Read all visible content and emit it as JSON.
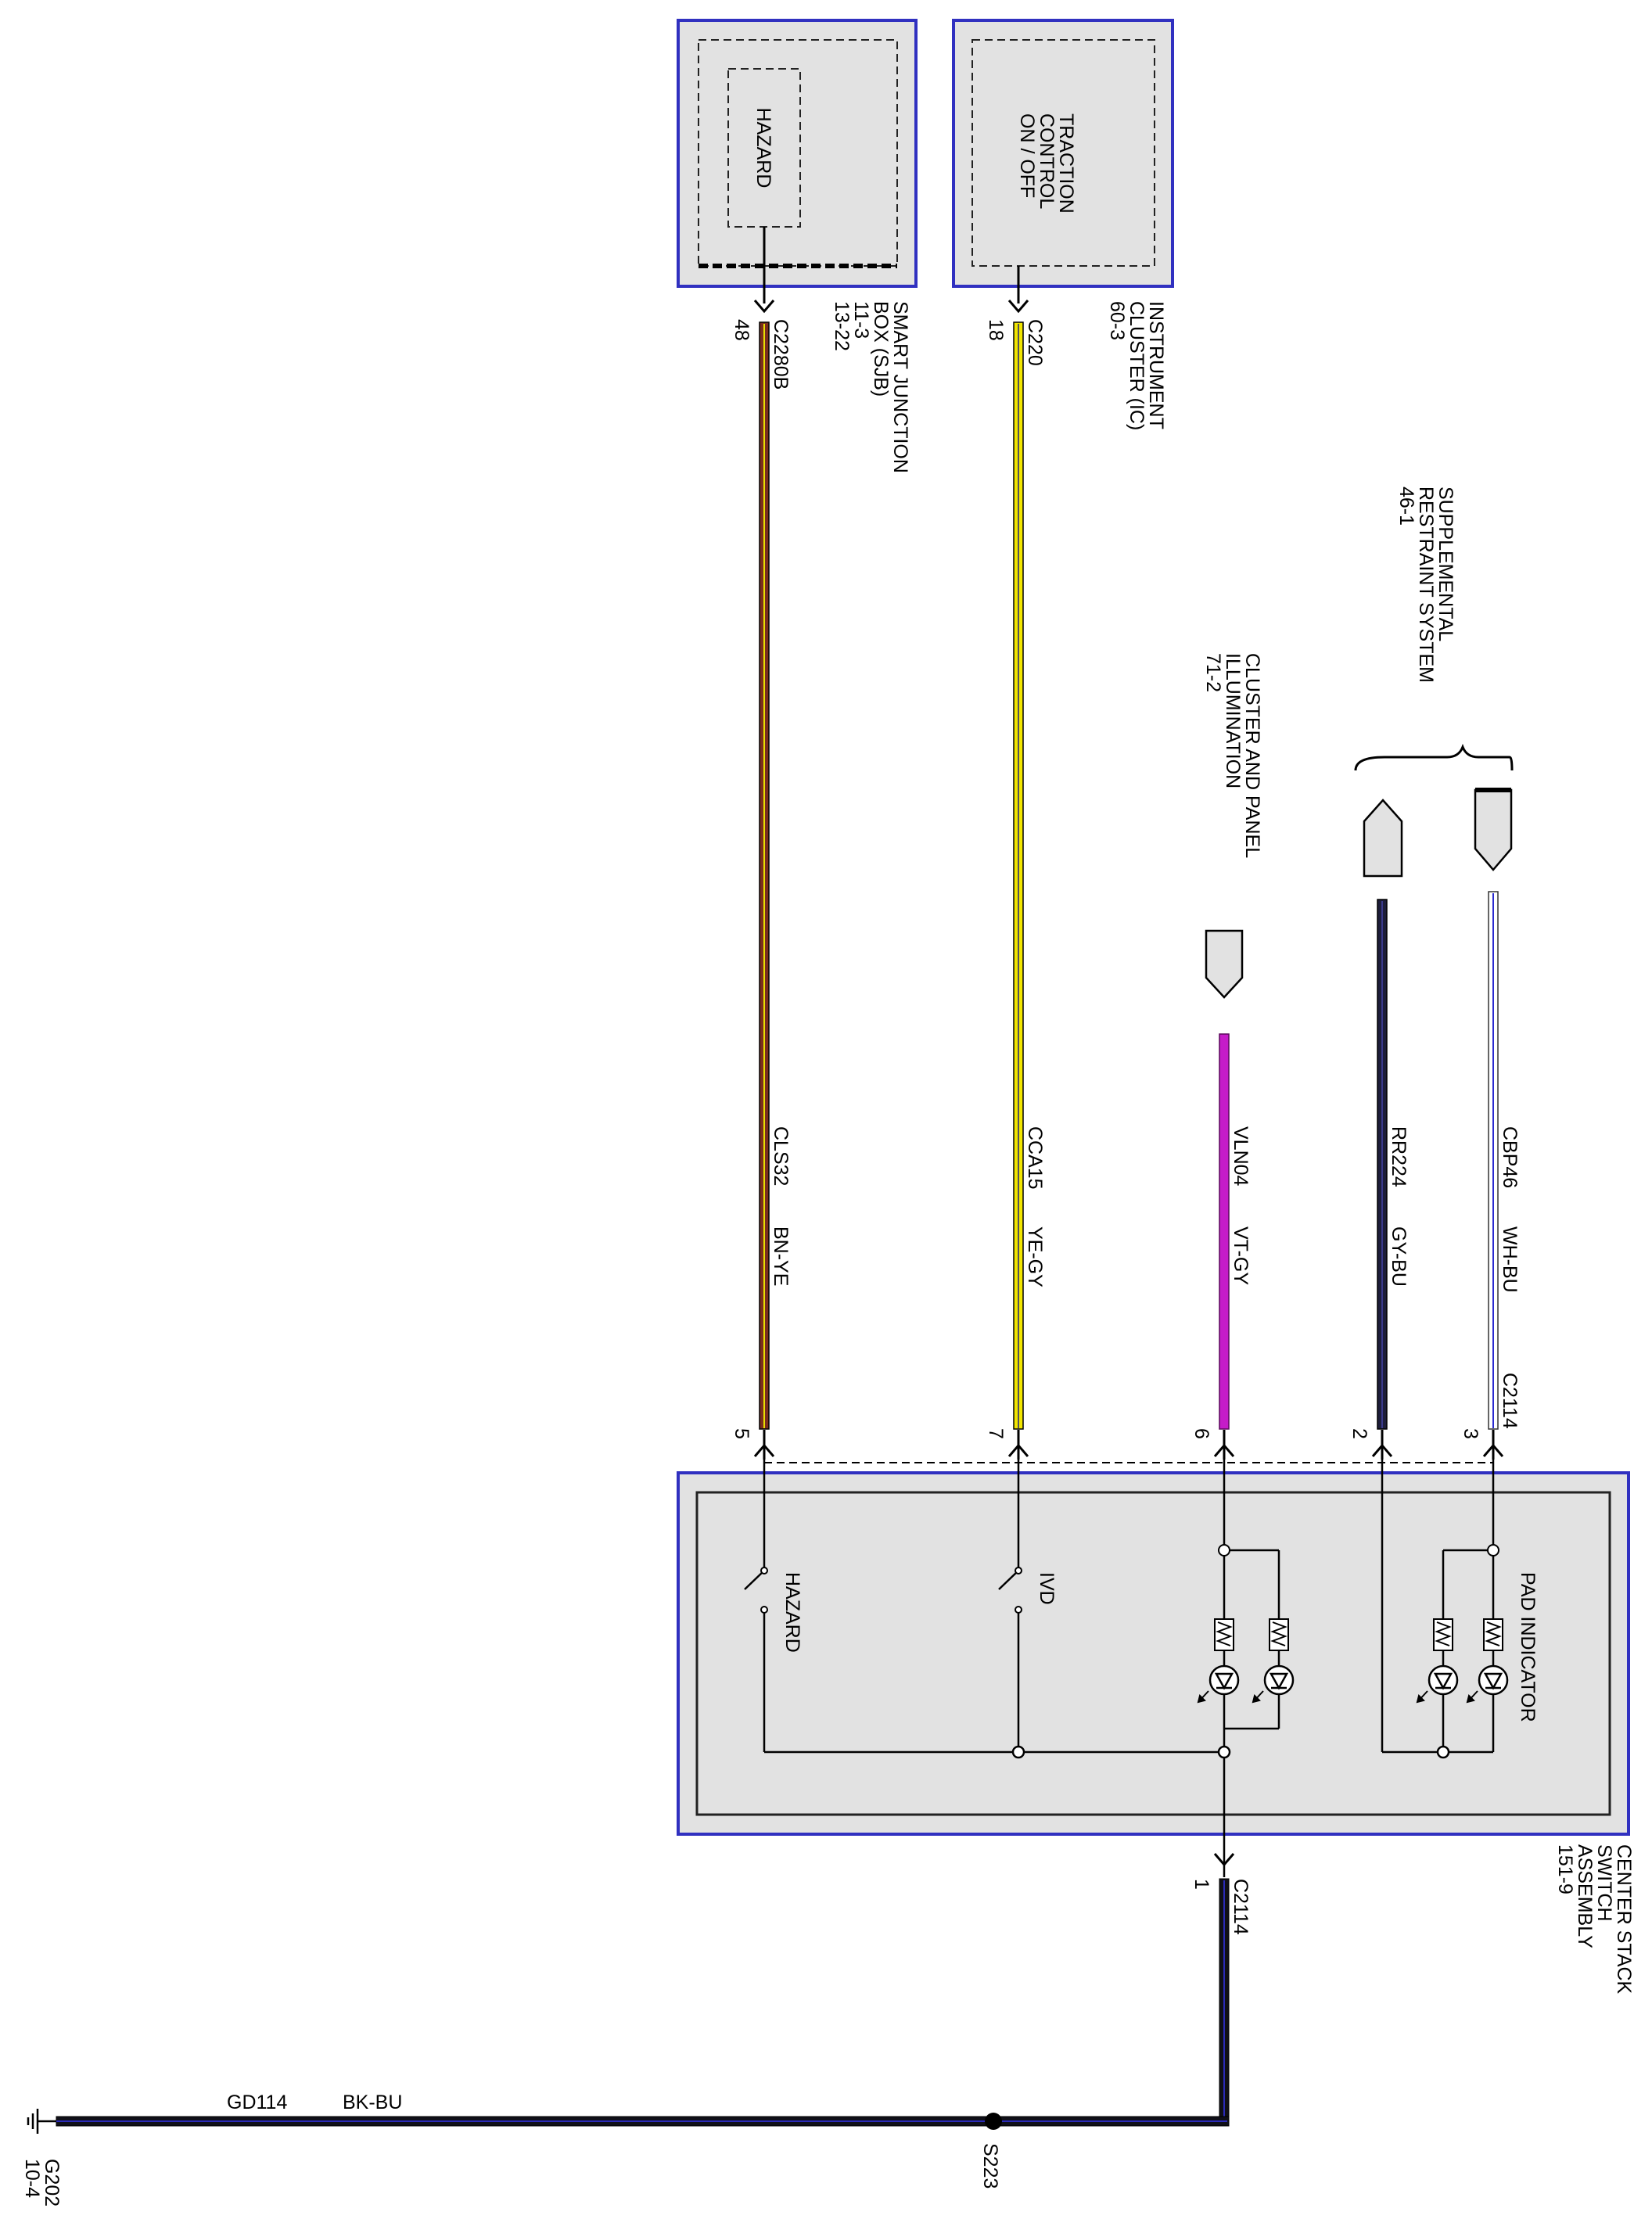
{
  "diagram": {
    "hazard_module": {
      "switch_label": "HAZARD",
      "connector": "C2280B",
      "pin": "48",
      "name": [
        "SMART JUNCTION",
        "BOX (SJB)",
        "11-3",
        "13-22"
      ]
    },
    "traction_module": {
      "switch_label": [
        "TRACTION",
        "CONTROL",
        "ON / OFF"
      ],
      "connector": "C220",
      "pin": "18",
      "name": [
        "INSTRUMENT",
        "CLUSTER (IC)",
        "60-3"
      ]
    },
    "cluster_illumination": [
      "CLUSTER AND PANEL",
      "ILLUMINATION",
      "71-2"
    ],
    "supplemental_restraint": [
      "SUPPLEMENTAL",
      "RESTRAINT SYSTEM",
      "46-1"
    ],
    "wires": [
      {
        "circuit": "CLS32",
        "color": "BN-YE",
        "pin": "5",
        "fill": "#7a2e1e",
        "stripe": "#e8e000"
      },
      {
        "circuit": "CCA15",
        "color": "YE-GY",
        "pin": "7",
        "fill": "#f2e600",
        "stripe": "#8c8c8c"
      },
      {
        "circuit": "VLN04",
        "color": "VT-GY",
        "pin": "6",
        "fill": "#c51cc8",
        "stripe": "#a0a0a0"
      },
      {
        "circuit": "RR224",
        "color": "GY-BU",
        "pin": "2",
        "fill": "#1d1d3a",
        "stripe": "#3a3a8c"
      },
      {
        "circuit": "CBP46",
        "color": "WH-BU",
        "pin": "3",
        "fill": "#ffffff",
        "stripe": "#2a2ad0"
      }
    ],
    "switch_assembly": {
      "connector_top": "C2114",
      "hazard_label": "HAZARD",
      "ivd_label": "IVD",
      "pad_label": "PAD INDICATOR",
      "connector_bottom": "C2114",
      "ground_pin": "1",
      "name": [
        "CENTER STACK",
        "SWITCH",
        "ASSEMBLY",
        "151-9"
      ]
    },
    "ground": {
      "circuit": "GD114",
      "color": "BK-BU",
      "splice": "S223",
      "point": "G202",
      "page": "10-4"
    },
    "colors": {
      "module_fill": "#e2e2e2",
      "module_border": "#3030c0",
      "ground_wire": "#101018",
      "ground_stripe": "#2a2ab8"
    }
  }
}
